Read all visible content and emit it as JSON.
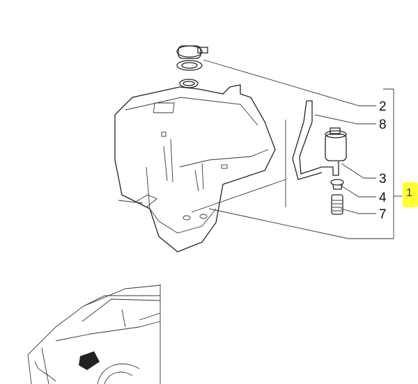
{
  "diagram": {
    "callouts": [
      {
        "id": "2",
        "label": "2"
      },
      {
        "id": "8",
        "label": "8"
      },
      {
        "id": "3",
        "label": "3"
      },
      {
        "id": "4",
        "label": "4"
      },
      {
        "id": "7",
        "label": "7"
      }
    ],
    "assembly_label": "1",
    "highlight_color": "#ffff33"
  }
}
